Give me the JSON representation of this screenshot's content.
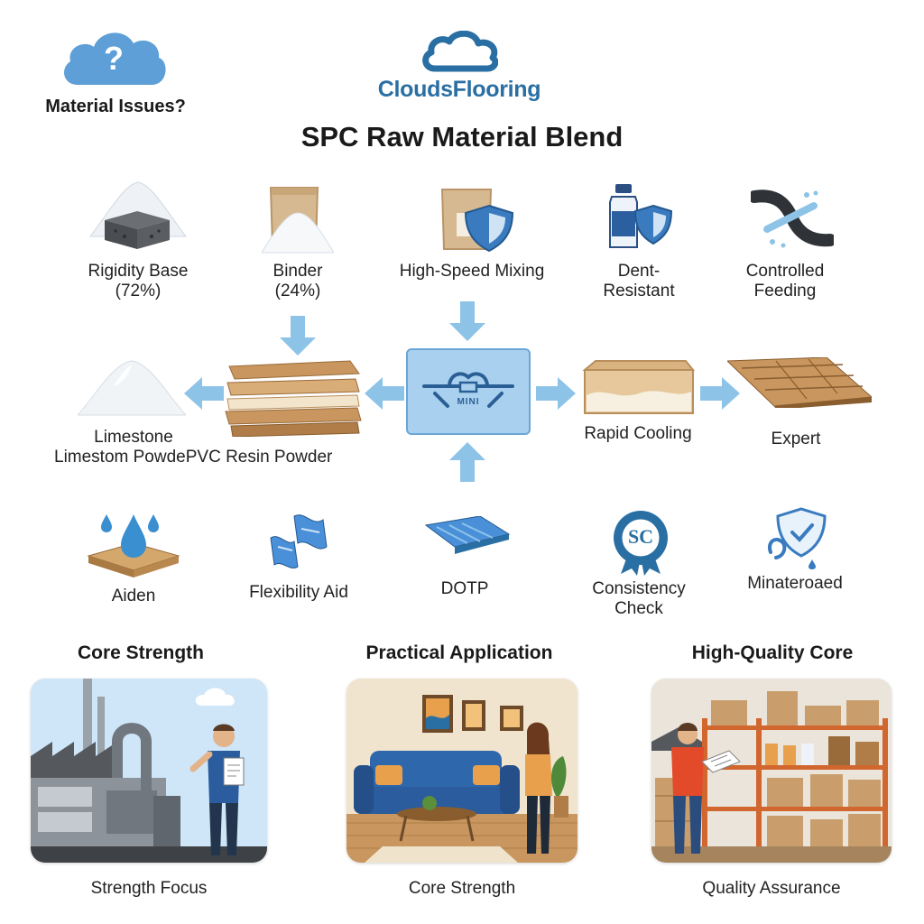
{
  "help": {
    "label": "Material Issues?",
    "glyph": "?"
  },
  "brand": {
    "name": "CloudsFlooring"
  },
  "title": "SPC Raw Material Blend",
  "top_row": [
    {
      "label_1": "Rigidity Base",
      "label_2": "(72%)"
    },
    {
      "label_1": "Binder",
      "label_2": "(24%)"
    },
    {
      "label_1": "High-Speed Mixing"
    },
    {
      "label_1": "Dent-",
      "label_2": "Resistant"
    },
    {
      "label_1": "Controlled",
      "label_2": "Feeding"
    }
  ],
  "middle_row": {
    "limestone_1": "Limestone",
    "limestone_2": "Limestom PowdePVC Resin Powder",
    "mixer_text": "MINI",
    "cooling": "Rapid Cooling",
    "export": "Expert"
  },
  "bottom_row": [
    {
      "label_1": "Aiden"
    },
    {
      "label_1": "Flexibility Aid"
    },
    {
      "label_1": "DOTP"
    },
    {
      "label_1": "Consistency",
      "label_2": "Check",
      "badge": "SC"
    },
    {
      "label_1": "Minateroaed"
    }
  ],
  "panels": [
    {
      "heading": "Core Strength",
      "caption": "Strength Focus"
    },
    {
      "heading": "Practical Application",
      "caption": "Core Strength"
    },
    {
      "heading": "High-Quality Core",
      "caption": "Quality Assurance"
    }
  ],
  "colors": {
    "brand_blue": "#2a6fa3",
    "arrow_blue": "#8ec3e8",
    "mixer_fill": "#a9d1ef",
    "shield_blue": "#3a7bc0",
    "wood": "#c8965e"
  }
}
